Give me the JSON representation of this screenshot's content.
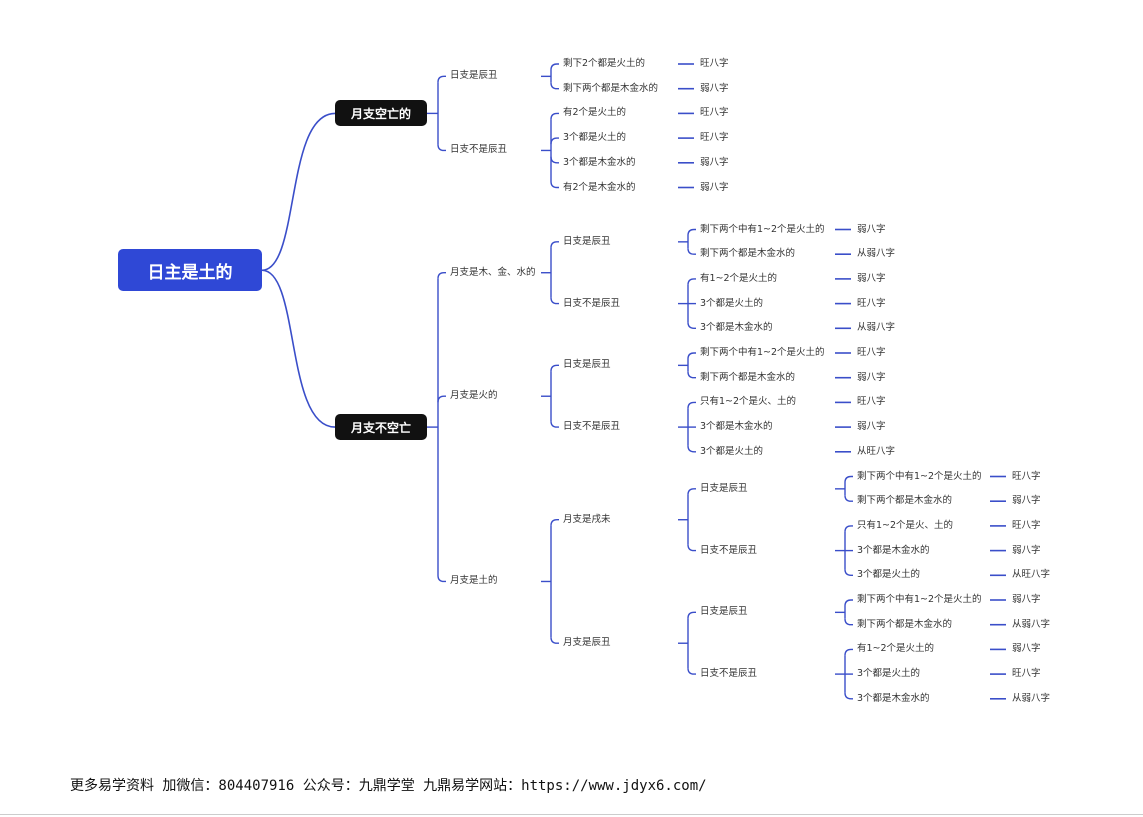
{
  "mindmap": {
    "label": "日主是土的",
    "children": [
      {
        "label": "月支空亡的",
        "children": [
          {
            "label": "日支是辰丑",
            "children": [
              {
                "label": "剩下2个都是火土的",
                "result": "旺八字"
              },
              {
                "label": "剩下两个都是木金水的",
                "result": "弱八字"
              }
            ]
          },
          {
            "label": "日支不是辰丑",
            "children": [
              {
                "label": "有2个是火土的",
                "result": "旺八字"
              },
              {
                "label": "3个都是火土的",
                "result": "旺八字"
              },
              {
                "label": "3个都是木金水的",
                "result": "弱八字"
              },
              {
                "label": "有2个是木金水的",
                "result": "弱八字"
              }
            ]
          }
        ]
      },
      {
        "label": "月支不空亡",
        "children": [
          {
            "label": "月支是木、金、水的",
            "children": [
              {
                "label": "日支是辰丑",
                "children": [
                  {
                    "label": "剩下两个中有1~2个是火土的",
                    "result": "弱八字"
                  },
                  {
                    "label": "剩下两个都是木金水的",
                    "result": "从弱八字"
                  }
                ]
              },
              {
                "label": "日支不是辰丑",
                "children": [
                  {
                    "label": "有1~2个是火土的",
                    "result": "弱八字"
                  },
                  {
                    "label": "3个都是火土的",
                    "result": "旺八字"
                  },
                  {
                    "label": "3个都是木金水的",
                    "result": "从弱八字"
                  }
                ]
              }
            ]
          },
          {
            "label": "月支是火的",
            "children": [
              {
                "label": "日支是辰丑",
                "children": [
                  {
                    "label": "剩下两个中有1~2个是火土的",
                    "result": "旺八字"
                  },
                  {
                    "label": "剩下两个都是木金水的",
                    "result": "弱八字"
                  }
                ]
              },
              {
                "label": "日支不是辰丑",
                "children": [
                  {
                    "label": "只有1~2个是火、土的",
                    "result": "旺八字"
                  },
                  {
                    "label": "3个都是木金水的",
                    "result": "弱八字"
                  },
                  {
                    "label": "3个都是火土的",
                    "result": "从旺八字"
                  }
                ]
              }
            ]
          },
          {
            "label": "月支是土的",
            "children": [
              {
                "label": "月支是戌未",
                "children": [
                  {
                    "label": "日支是辰丑",
                    "children": [
                      {
                        "label": "剩下两个中有1~2个是火土的",
                        "result": "旺八字"
                      },
                      {
                        "label": "剩下两个都是木金水的",
                        "result": "弱八字"
                      }
                    ]
                  },
                  {
                    "label": "日支不是辰丑",
                    "children": [
                      {
                        "label": "只有1~2个是火、土的",
                        "result": "旺八字"
                      },
                      {
                        "label": "3个都是木金水的",
                        "result": "弱八字"
                      },
                      {
                        "label": "3个都是火土的",
                        "result": "从旺八字"
                      }
                    ]
                  }
                ]
              },
              {
                "label": "月支是辰丑",
                "children": [
                  {
                    "label": "日支是辰丑",
                    "children": [
                      {
                        "label": "剩下两个中有1~2个是火土的",
                        "result": "弱八字"
                      },
                      {
                        "label": "剩下两个都是木金水的",
                        "result": "从弱八字"
                      }
                    ]
                  },
                  {
                    "label": "日支不是辰丑",
                    "children": [
                      {
                        "label": "有1~2个是火土的",
                        "result": "弱八字"
                      },
                      {
                        "label": "3个都是火土的",
                        "result": "旺八字"
                      },
                      {
                        "label": "3个都是木金水的",
                        "result": "从弱八字"
                      }
                    ]
                  }
                ]
              }
            ]
          }
        ]
      }
    ]
  },
  "footer": {
    "text": "更多易学资料 加微信：804407916 公众号：九鼎学堂 九鼎易学网站：https://www.jdyx6.com/"
  },
  "colors": {
    "line": "#3a4ec9",
    "root": "#2f48d6",
    "box": "#111111"
  }
}
